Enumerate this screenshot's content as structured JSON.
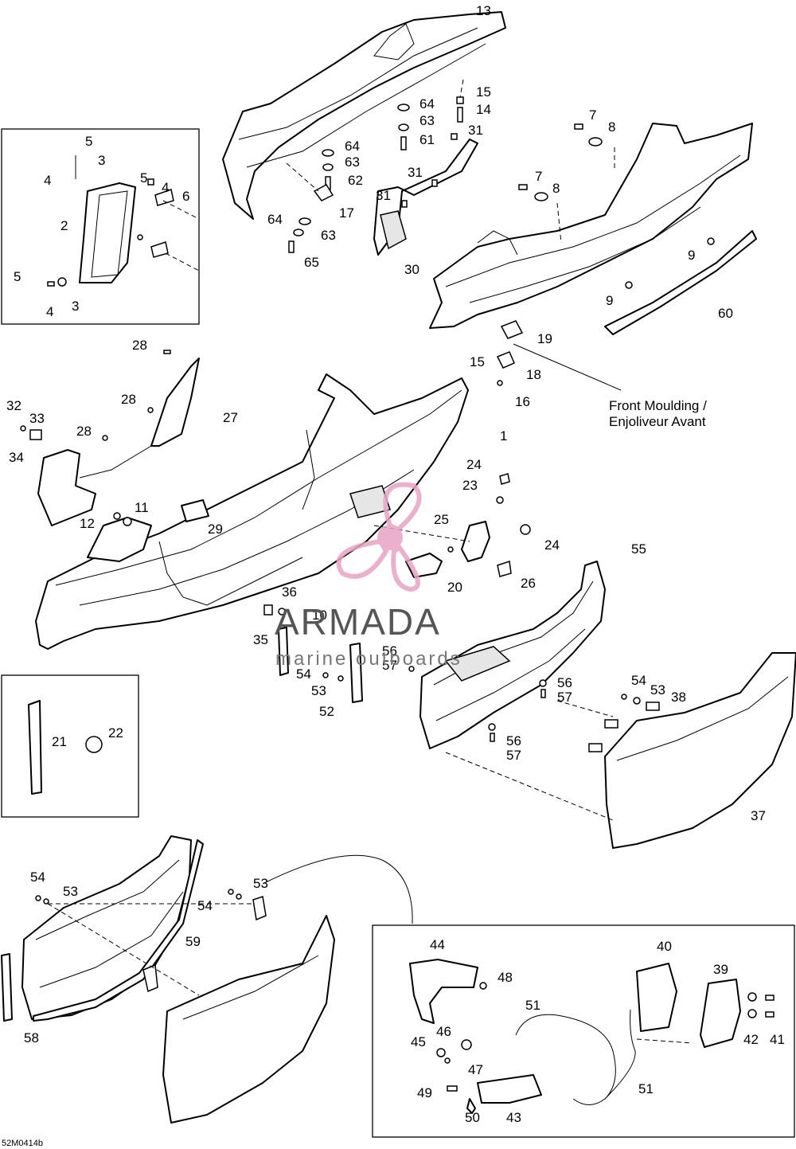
{
  "diagram": {
    "drawing_code": "52M0414b",
    "callout_text": [
      "Front Moulding /",
      "Enjoliveur Avant"
    ],
    "watermark": {
      "title": "ARMADA",
      "subtitle": "marine outboards",
      "logo_color": "#e8a3c4",
      "text_color": "#555555"
    },
    "callouts": [
      "1",
      "2",
      "3",
      "4",
      "5",
      "6",
      "7",
      "8",
      "9",
      "10",
      "11",
      "12",
      "13",
      "14",
      "15",
      "16",
      "17",
      "18",
      "19",
      "20",
      "21",
      "22",
      "23",
      "24",
      "25",
      "26",
      "27",
      "28",
      "29",
      "30",
      "31",
      "32",
      "33",
      "34",
      "35",
      "36",
      "37",
      "38",
      "39",
      "40",
      "41",
      "42",
      "43",
      "44",
      "45",
      "46",
      "47",
      "48",
      "49",
      "50",
      "51",
      "52",
      "53",
      "54",
      "55",
      "56",
      "57",
      "58",
      "59",
      "60",
      "61",
      "62",
      "63",
      "64",
      "65"
    ]
  }
}
